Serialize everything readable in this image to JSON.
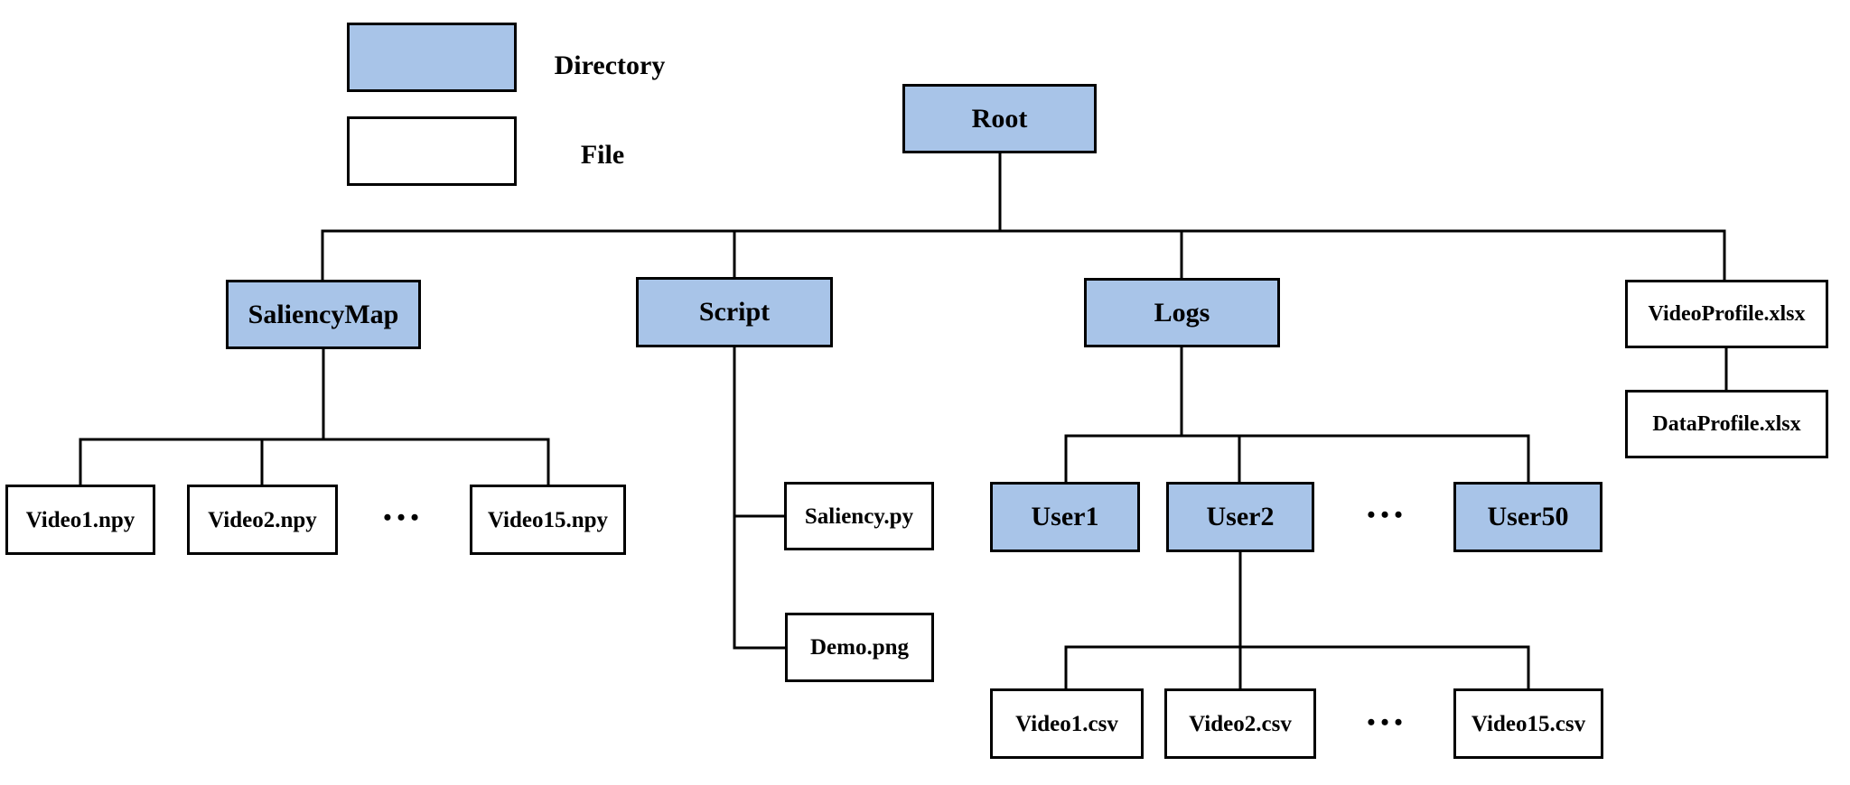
{
  "diagram": {
    "type": "tree",
    "description": "File system hierarchy diagram with legend",
    "colors": {
      "background": "#ffffff",
      "directory_fill": "#a8c4e8",
      "file_fill": "#ffffff",
      "border": "#000000",
      "line": "#000000",
      "text": "#000000"
    },
    "legend": {
      "directory_label": "Directory",
      "file_label": "File"
    },
    "ellipsis": "•••",
    "nodes": {
      "root": {
        "label": "Root",
        "type": "directory",
        "parent": null
      },
      "saliency_map": {
        "label": "SaliencyMap",
        "type": "directory",
        "parent": "Root"
      },
      "script": {
        "label": "Script",
        "type": "directory",
        "parent": "Root"
      },
      "logs": {
        "label": "Logs",
        "type": "directory",
        "parent": "Root"
      },
      "video_profile_xlsx": {
        "label": "VideoProfile.xlsx",
        "type": "file",
        "parent": "Root"
      },
      "data_profile_xlsx": {
        "label": "DataProfile.xlsx",
        "type": "file",
        "parent": "VideoProfile.xlsx"
      },
      "video1_npy": {
        "label": "Video1.npy",
        "type": "file",
        "parent": "SaliencyMap"
      },
      "video2_npy": {
        "label": "Video2.npy",
        "type": "file",
        "parent": "SaliencyMap"
      },
      "video15_npy": {
        "label": "Video15.npy",
        "type": "file",
        "parent": "SaliencyMap"
      },
      "saliency_py": {
        "label": "Saliency.py",
        "type": "file",
        "parent": "Script"
      },
      "demo_png": {
        "label": "Demo.png",
        "type": "file",
        "parent": "Script"
      },
      "user1": {
        "label": "User1",
        "type": "directory",
        "parent": "Logs"
      },
      "user2": {
        "label": "User2",
        "type": "directory",
        "parent": "Logs"
      },
      "user50": {
        "label": "User50",
        "type": "directory",
        "parent": "Logs"
      },
      "video1_csv": {
        "label": "Video1.csv",
        "type": "file",
        "parent": "User2"
      },
      "video2_csv": {
        "label": "Video2.csv",
        "type": "file",
        "parent": "User2"
      },
      "video15_csv": {
        "label": "Video15.csv",
        "type": "file",
        "parent": "User2"
      }
    }
  }
}
